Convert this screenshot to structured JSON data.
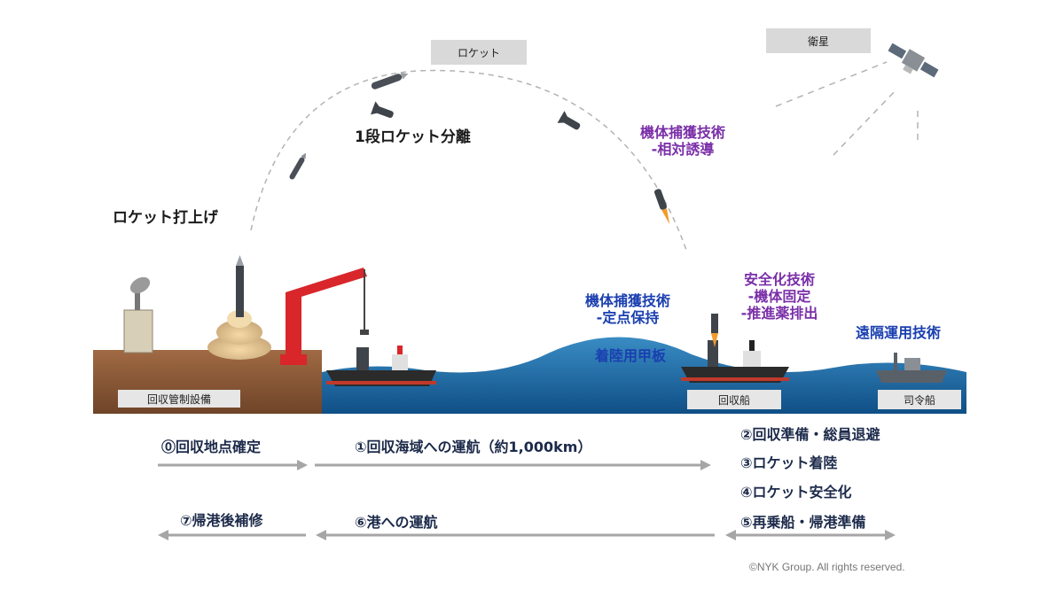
{
  "labels": {
    "rocket": "ロケット",
    "satellite": "衛星",
    "stage_separation": "1段ロケット分離",
    "launch": "ロケット打上げ",
    "capture_relative": "機体捕獲技術\n-相対誘導",
    "capture_station": "機体捕獲技術\n-定点保持",
    "landing_deck": "着陸用甲板",
    "safety": "安全化技術\n-機体固定\n-推進薬排出",
    "remote_ops": "遠隔運用技術",
    "control_facility": "回収管制設備",
    "recovery_ship": "回収船",
    "command_ship": "司令船"
  },
  "steps": {
    "s0": "⓪回収地点確定",
    "s1": "①回収海域への運航（約1,000km）",
    "s2": "②回収準備・総員退避",
    "s3": "③ロケット着陸",
    "s4": "④ロケット安全化",
    "s5": "⑤再乗船・帰港準備",
    "s6": "⑥港への運航",
    "s7": "⑦帰港後補修"
  },
  "copyright": "©NYK Group. All rights reserved.",
  "colors": {
    "sea": "#1f6fa8",
    "land": "#8a5a3a",
    "crane": "#d8262b",
    "arrow": "#a6a6a6",
    "capture_text": "#1a3fb0",
    "safety_text": "#7a2fa8"
  }
}
